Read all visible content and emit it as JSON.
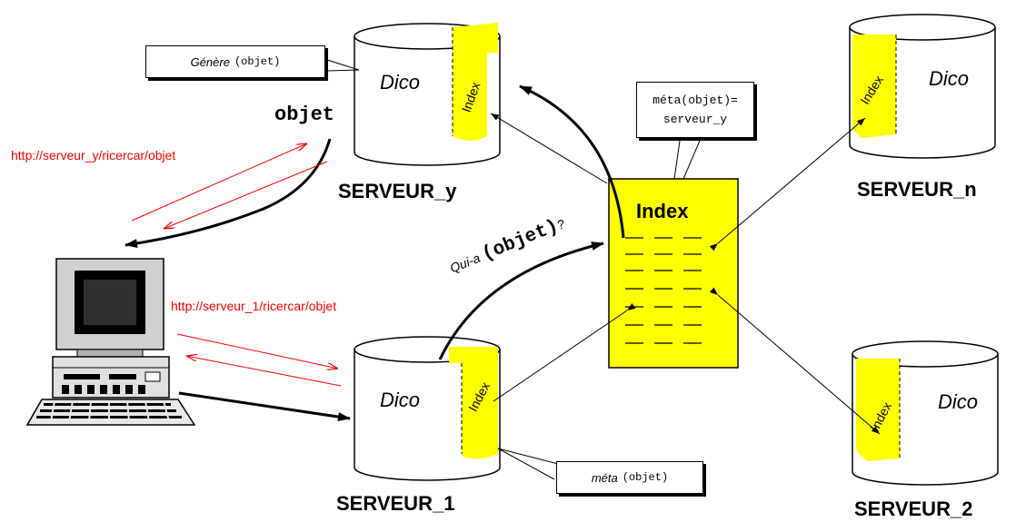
{
  "servers": {
    "y": {
      "label": "SERVEUR_y",
      "dico": "Dico",
      "index_tab": "Index"
    },
    "n": {
      "label": "SERVEUR_n",
      "dico": "Dico",
      "index_tab": "Index"
    },
    "one": {
      "label": "SERVEUR_1",
      "dico": "Dico",
      "index_tab": "Index"
    },
    "two": {
      "label": "SERVEUR_2",
      "dico": "Dico",
      "index_tab": "Index"
    }
  },
  "central_index": {
    "title": "Index"
  },
  "callouts": {
    "genere": {
      "italic": "Génère",
      "mono": "(objet)"
    },
    "meta_top": {
      "line1": "méta(objet)=",
      "line2": "serveur_y"
    },
    "meta_bottom": {
      "italic": "méta",
      "mono": "(objet)"
    }
  },
  "labels": {
    "objet": "objet",
    "url_y": "http://serveur_y/ricercar/objet",
    "url_1": "http://serveur_1/ricercar/objet",
    "query_prefix": "Qui-a",
    "query_obj": "(objet)",
    "query_suffix": "?"
  },
  "colors": {
    "index_yellow": "#ffff00",
    "url_red": "#ff0000",
    "line": "#000000"
  }
}
